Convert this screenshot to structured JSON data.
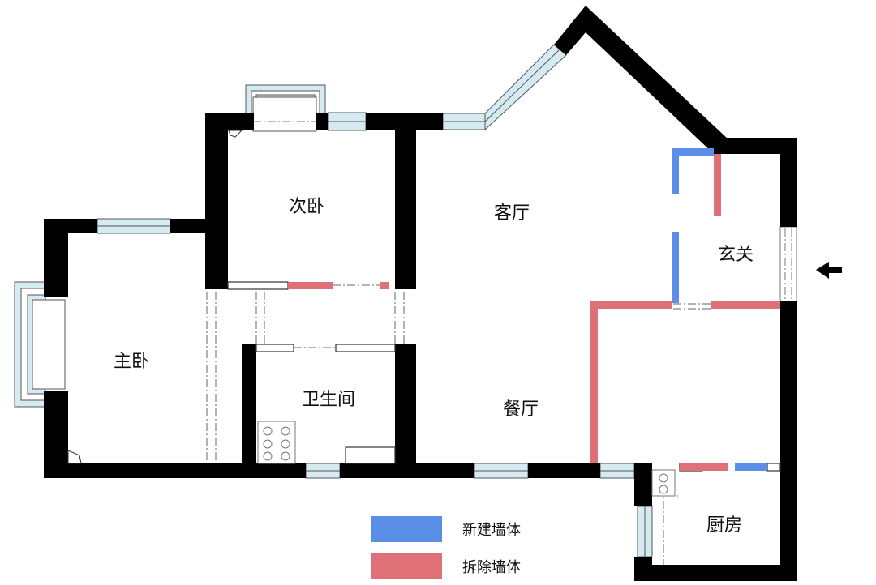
{
  "rooms": {
    "second_bedroom": "次卧",
    "master_bedroom": "主卧",
    "living_room": "客厅",
    "entrance": "玄关",
    "bathroom": "卫生间",
    "dining_room": "餐厅",
    "kitchen": "厨房"
  },
  "legend": {
    "new_wall": "新建墙体",
    "demolished_wall": "拆除墙体"
  },
  "colors": {
    "wall": "#000000",
    "new_wall": "#5b8ee6",
    "demolished_wall": "#e07078",
    "window_fill": "#d6eaf2"
  },
  "entrance_arrow": "entrance-arrow-icon"
}
